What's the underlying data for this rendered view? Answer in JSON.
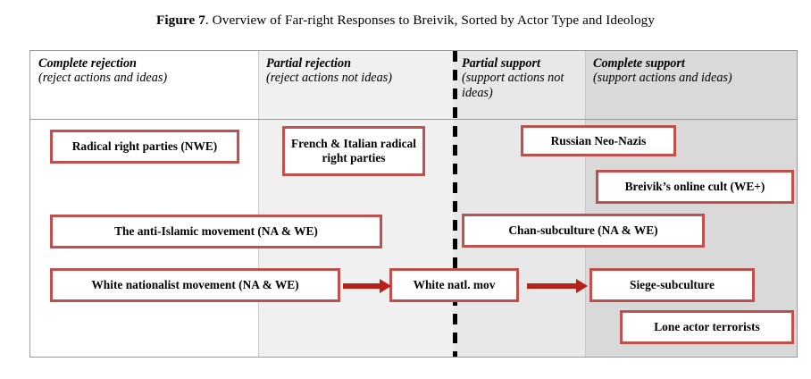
{
  "figure": {
    "caption_label": "Figure 7",
    "caption_text": ". Overview of Far-right Responses to Breivik, Sorted by Actor Type and Ideology"
  },
  "colors": {
    "node_border": "#c0504d",
    "arrow": "#b82119",
    "table_border": "#9a9a9a",
    "band_1": "#ffffff",
    "band_2": "#f0f0f0",
    "band_3": "#e8e8e8",
    "band_4": "#d9d9d9",
    "divider": "#000000"
  },
  "columns": [
    {
      "title": "Complete rejection",
      "subtitle": "(reject actions and ideas)"
    },
    {
      "title": "Partial rejection",
      "subtitle": "(reject actions not ideas)"
    },
    {
      "title": "Partial support",
      "subtitle": "(support actions not ideas)"
    },
    {
      "title": "Complete support",
      "subtitle": "(support actions and ideas)"
    }
  ],
  "nodes": [
    {
      "id": "radical-right-parties-nwe",
      "label": "Radical right parties (NWE)",
      "column": 1
    },
    {
      "id": "french-italian-radical-right-parties",
      "label": "French & Italian radical right parties",
      "column": 2
    },
    {
      "id": "russian-neo-nazis",
      "label": "Russian Neo-Nazis",
      "column": 3
    },
    {
      "id": "breiviks-online-cult",
      "label": "Breivik’s online cult (WE+)",
      "column": 4
    },
    {
      "id": "anti-islamic-movement",
      "label": "The anti-Islamic movement (NA & WE)",
      "column": 1
    },
    {
      "id": "chan-subculture",
      "label": "Chan-subculture (NA & WE)",
      "column": 3
    },
    {
      "id": "white-nationalist-movement",
      "label": "White nationalist movement (NA & WE)",
      "column": 1
    },
    {
      "id": "white-natl-mov",
      "label": "White natl. mov",
      "column": 2
    },
    {
      "id": "siege-subculture",
      "label": "Siege-subculture",
      "column": 3
    },
    {
      "id": "lone-actor-terrorists",
      "label": "Lone actor terrorists",
      "column": 4
    }
  ],
  "arrows": [
    {
      "id": "arrow-white-nat-to-white-natl",
      "from": "white-nationalist-movement",
      "to": "white-natl-mov"
    },
    {
      "id": "arrow-white-natl-to-siege",
      "from": "white-natl-mov",
      "to": "siege-subculture"
    }
  ]
}
